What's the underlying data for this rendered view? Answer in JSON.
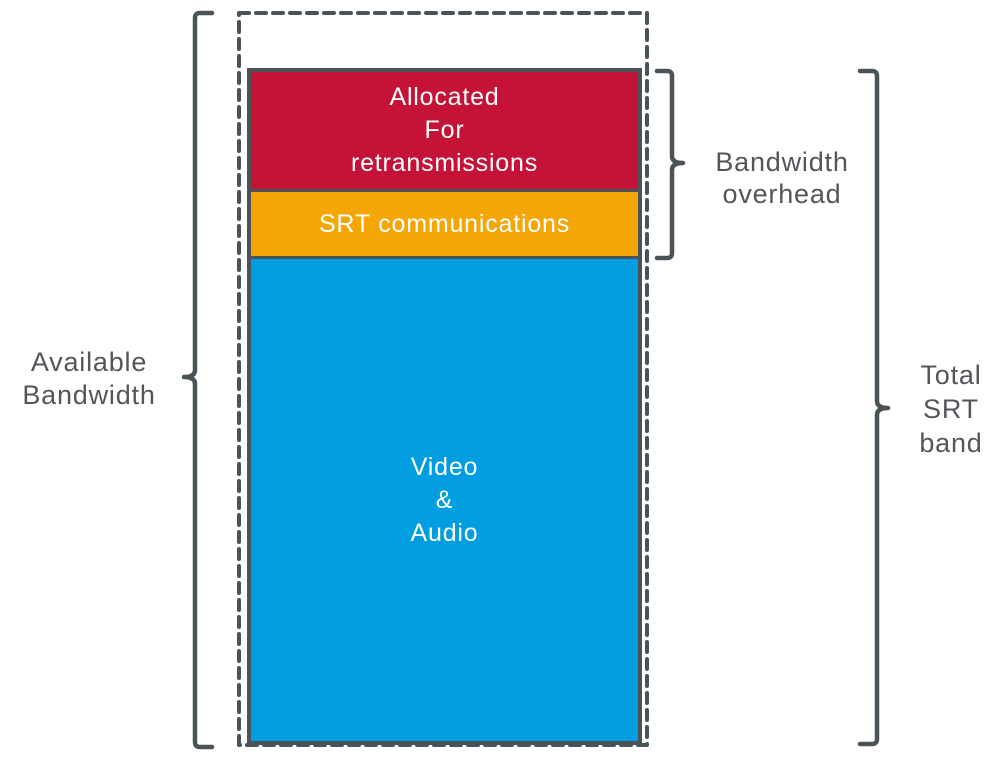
{
  "diagram": {
    "description": "SRT bandwidth allocation diagram",
    "labels": {
      "available_bandwidth": "Available\nBandwidth",
      "bandwidth_overhead": "Bandwidth\noverhead",
      "total_srt_band": "Total\nSRT\nband"
    },
    "bar": {
      "segments": [
        {
          "name": "retransmissions",
          "label": "Allocated\nFor\nretransmissions",
          "color": "#C51237"
        },
        {
          "name": "srt-communications",
          "label": "SRT communications",
          "color": "#F3A605"
        },
        {
          "name": "video-audio",
          "label": "Video\n&\nAudio",
          "color": "#009EE0"
        }
      ]
    }
  },
  "colors": {
    "background": "#FFFFFF",
    "outline": "#4A5458",
    "label_text": "#54565B",
    "bar_text": "#FFFFFF"
  }
}
